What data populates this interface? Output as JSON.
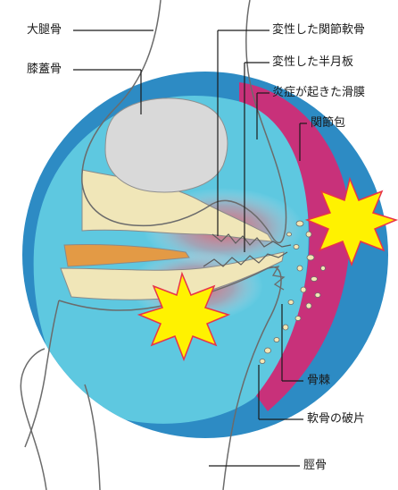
{
  "labels": {
    "femur": "大腿骨",
    "patella": "膝蓋骨",
    "degenerated_cartilage": "変性した関節軟骨",
    "degenerated_meniscus": "変性した半月板",
    "inflamed_synovium": "炎症が起きた滑膜",
    "joint_capsule": "関節包",
    "osteophyte": "骨棘",
    "cartilage_fragments": "軟骨の破片",
    "tibia": "脛骨"
  },
  "colors": {
    "capsule": "#2d8bc4",
    "synovium": "#c8317a",
    "joint_space": "#5ec8e0",
    "cartilage": "#f0e6b8",
    "meniscus": "#e39a45",
    "patella": "#d9d9d9",
    "inflammation": "#f05060",
    "burst_fill": "#fff200",
    "burst_stroke": "#e8334a",
    "fragment": "#f3e7b4"
  }
}
